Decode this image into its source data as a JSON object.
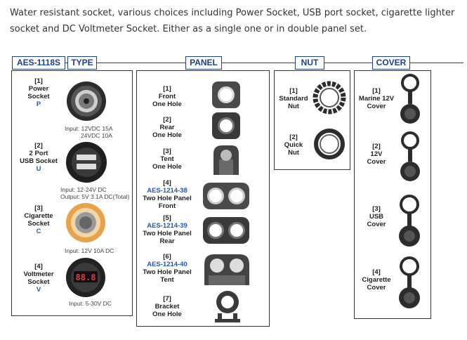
{
  "intro": "Water resistant socket, various choices including Power Socket, USB port socket, cigarette lighter socket and DC Voltmeter Socket. Either as a single one or in double panel set.",
  "headers": {
    "model": "AES-1118S",
    "type": "TYPE",
    "panel": "PANEL",
    "nut": "NUT",
    "cover": "COVER"
  },
  "type_items": [
    {
      "num": "[1]",
      "name1": "Power",
      "name2": "Socket",
      "code": "P",
      "spec1": "Input: 12VDC 15A",
      "spec2": "24VDC 10A"
    },
    {
      "num": "[2]",
      "name1": "2 Port",
      "name2": "USB Socket",
      "code": "U",
      "spec1": "Input: 12-24V DC",
      "spec2": "Output: 5V  3.1A DC(Total)"
    },
    {
      "num": "[3]",
      "name1": "Cigarette",
      "name2": "Socket",
      "code": "C",
      "spec1": "Input: 12V 10A DC"
    },
    {
      "num": "[4]",
      "name1": "Voltmeter",
      "name2": "Socket",
      "code": "V",
      "spec1": "Input: 5-30V DC",
      "display": "88.8"
    }
  ],
  "panel_items": [
    {
      "num": "[1]",
      "name1": "Front",
      "name2": "One Hole"
    },
    {
      "num": "[2]",
      "name1": "Rear",
      "name2": "One Hole"
    },
    {
      "num": "[3]",
      "name1": "Tent",
      "name2": "One Hole"
    },
    {
      "num": "[4]",
      "code": "AES-1214-38",
      "name1": "Two Hole Panel",
      "name2": "Front"
    },
    {
      "num": "[5]",
      "code": "AES-1214-39",
      "name1": "Two Hole Panel",
      "name2": "Rear"
    },
    {
      "num": "[6]",
      "code": "AES-1214-40",
      "name1": "Two Hole Panel",
      "name2": "Tent"
    },
    {
      "num": "[7]",
      "name1": "Bracket",
      "name2": "One Hole"
    }
  ],
  "nut_items": [
    {
      "num": "[1]",
      "name1": "Standard",
      "name2": "Nut"
    },
    {
      "num": "[2]",
      "name1": "Quick",
      "name2": "Nut"
    }
  ],
  "cover_items": [
    {
      "num": "[1]",
      "name1": "Marine 12V",
      "name2": "Cover"
    },
    {
      "num": "[2]",
      "name1": "12V",
      "name2": "Cover"
    },
    {
      "num": "[3]",
      "name1": "USB",
      "name2": "Cover"
    },
    {
      "num": "[4]",
      "name1": "Cigarette",
      "name2": "Cover"
    }
  ],
  "colors": {
    "accent": "#1b3f8f",
    "code_blue": "#1e5bb0",
    "cigarette_ring": "#e8a24a"
  }
}
